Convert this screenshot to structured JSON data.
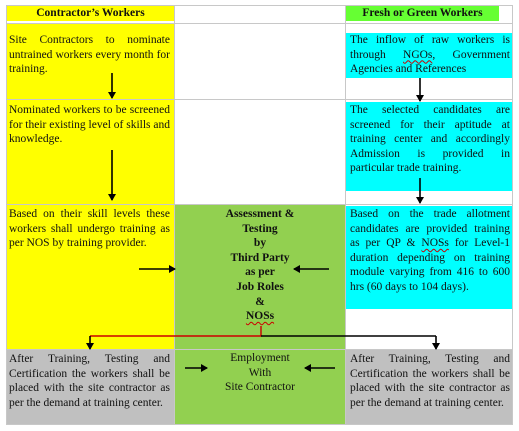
{
  "header": {
    "left_title": "Contractor’s Workers",
    "right_title": "Fresh or Green Workers"
  },
  "left_column": {
    "step1": "Site Contractors to nominate untrained workers every month for training.",
    "step2": "Nominated workers to be screened for their existing level of skills and knowledge.",
    "step3": "Based on their skill levels these workers shall undergo training as per NOS by training provider.",
    "step4": "After Training, Testing and Certification the workers shall be placed with the site contractor as per the demand at training center."
  },
  "right_column": {
    "step1_pre": "The inflow of raw workers is through ",
    "step1_ngos": "NGOs",
    "step1_post": ", Government Agencies and References",
    "step2": "The selected candidates are screened for their aptitude at training center and accordingly Admission is provided in particular trade training.",
    "step3_pre": "Based on the trade allotment candidates are provided training as per QP & ",
    "step3_nosqs": "NOSs",
    "step3_post": " for Level-1 duration depending on training module varying from 416 to 600 hrs (60 days to 104 days).",
    "step4": "After Training, Testing and Certification the workers shall be placed with the site contractor as per the demand at training center."
  },
  "center_column": {
    "assessment_lines": [
      "Assessment &",
      "Testing",
      "by",
      "Third Party",
      "as per",
      "Job Roles",
      "&"
    ],
    "assessment_nos": "NOSs",
    "employment_lines": [
      "Employment",
      "With",
      "Site Contractor"
    ]
  },
  "colors": {
    "yellow": "#ffff00",
    "cyan": "#00ffff",
    "gray": "#c0c0c0",
    "green": "#92d050",
    "light_green": "#66ff33"
  }
}
